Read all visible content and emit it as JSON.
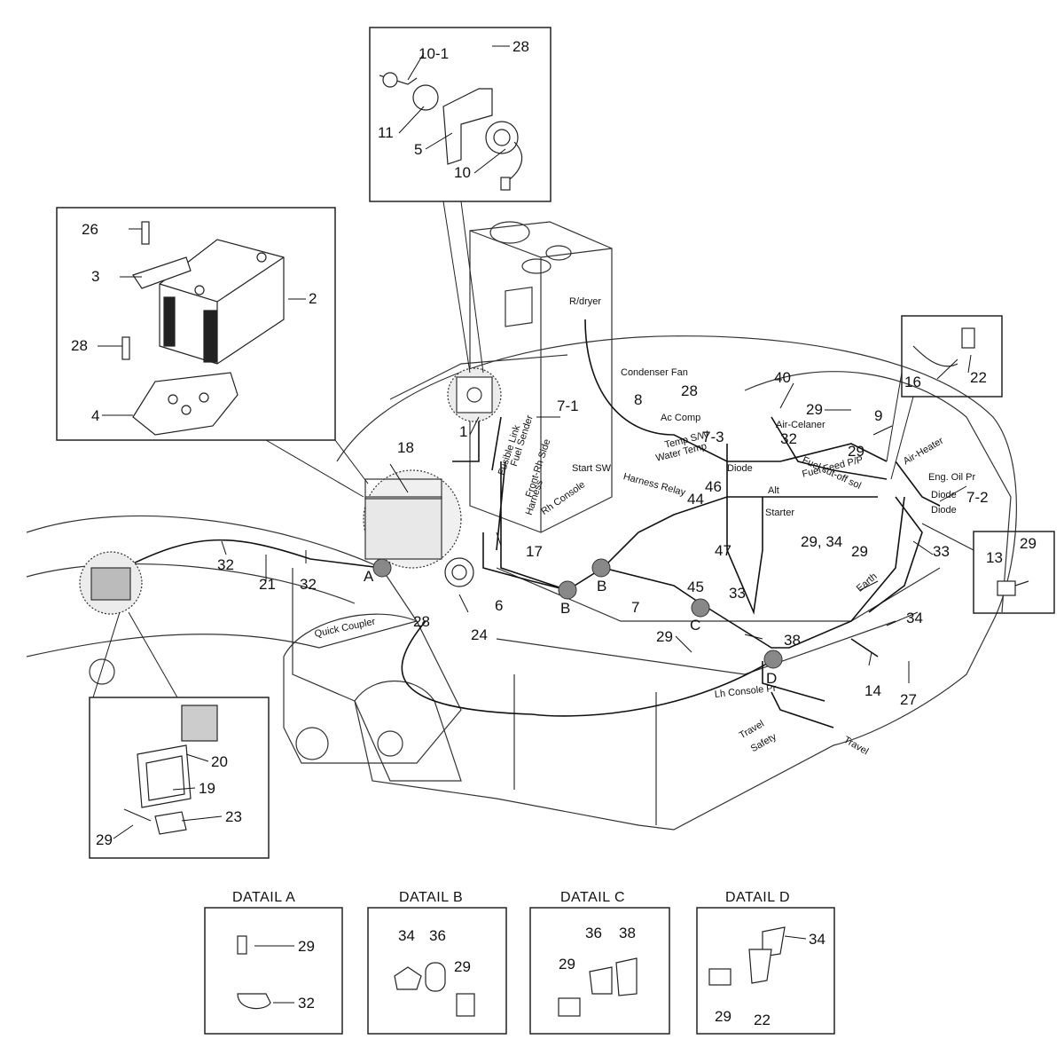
{
  "callouts": {
    "n1": "1",
    "n2": "2",
    "n3": "3",
    "n4": "4",
    "n5": "5",
    "n6": "6",
    "n7": "7",
    "n7_1": "7-1",
    "n7_2": "7-2",
    "n7_3": "7-3",
    "n8": "8",
    "n9": "9",
    "n10": "10",
    "n10_1": "10-1",
    "n11": "11",
    "n13": "13",
    "n14": "14",
    "n16": "16",
    "n17": "17",
    "n18": "18",
    "n19": "19",
    "n20": "20",
    "n21": "21",
    "n22": "22",
    "n23": "23",
    "n24": "24",
    "n26": "26",
    "n27": "27",
    "n28": "28",
    "n29": "29",
    "n29_34": "29, 34",
    "n32": "32",
    "n33": "33",
    "n34": "34",
    "n36": "36",
    "n38": "38",
    "n40": "40",
    "n44": "44",
    "n45": "45",
    "n46": "46",
    "n47": "47",
    "A": "A",
    "B": "B",
    "C": "C",
    "D": "D"
  },
  "wire_labels": {
    "r_dryer": "R/dryer",
    "condenser_fan": "Condenser Fan",
    "ac_comp": "Ac Comp",
    "air_cleaner": "Air-Celaner",
    "temp_sw": "Temp S/W",
    "water_temp": "Water Temp",
    "diode": "Diode",
    "alt": "Alt",
    "starter": "Starter",
    "fuel_cut_off_sol": "Fuel cut-off sol",
    "fuel_feed_pp": "Fuel Feed P/P",
    "air_heater": "Air-Heater",
    "eng_oil_pr": "Eng. Oil Pr",
    "earth": "Earth",
    "fusible_link": "Fusible Link",
    "fuel_sender": "Fuel Sender",
    "front_rh_side": "Front-Rh Side",
    "harness": "Harness",
    "rh_console": "Rh Console",
    "start_sw": "Start SW",
    "harness_relay": "Harness Relay",
    "quick_coupler": "Quick Coupler",
    "lh_console_pr": "Lh Console Pr",
    "travel": "Travel",
    "safety": "Safety"
  },
  "details": {
    "a_title": "DATAIL A",
    "b_title": "DATAIL B",
    "c_title": "DATAIL C",
    "d_title": "DATAIL D"
  }
}
